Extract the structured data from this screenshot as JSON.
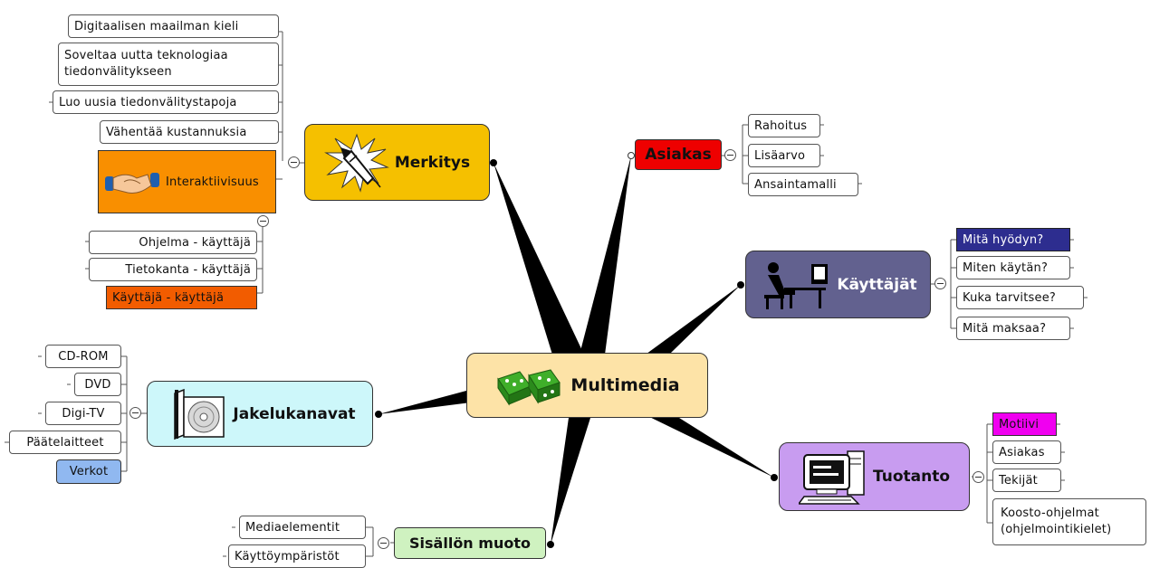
{
  "central": {
    "label": "Multimedia",
    "icon": "dice-icon"
  },
  "merkitys": {
    "label": "Merkitys",
    "icon": "rocket-icon",
    "items": [
      "Digitaalisen maailman kieli",
      "Soveltaa uutta teknologiaa tiedonvälitykseen",
      "Luo uusia tiedonvälitystapoja",
      "Vähentää kustannuksia"
    ],
    "interaktiivisuus": {
      "label": "Interaktiivisuus",
      "icon": "handshake-icon",
      "items": [
        "Ohjelma - käyttäjä",
        "Tietokanta - käyttäjä",
        "Käyttäjä - käyttäjä"
      ]
    }
  },
  "asiakas": {
    "label": "Asiakas",
    "items": [
      "Rahoitus",
      "Lisäarvo",
      "Ansaintamalli"
    ]
  },
  "kayttajat": {
    "label": "Käyttäjät",
    "icon": "computer-user-icon",
    "items": [
      "Mitä hyödyn?",
      "Miten käytän?",
      "Kuka tarvitsee?",
      "Mitä maksaa?"
    ]
  },
  "jakelukanavat": {
    "label": "Jakelukanavat",
    "icon": "cd-case-icon",
    "items": [
      "CD-ROM",
      "DVD",
      "Digi-TV",
      "Päätelaitteet",
      "Verkot"
    ]
  },
  "tuotanto": {
    "label": "Tuotanto",
    "icon": "computer-icon",
    "items": [
      "Motiivi",
      "Asiakas",
      "Tekijät",
      "Koosto-ohjelmat (ohjelmointikielet)"
    ]
  },
  "sisallon_muoto": {
    "label": "Sisällön muoto",
    "items": [
      "Mediaelementit",
      "Käyttöympäristöt"
    ]
  },
  "colors": {
    "merkitys": "#f5c000",
    "asiakas": "#ee0000",
    "kayttajat": "#62618f",
    "jakelukanavat": "#cdf7fa",
    "tuotanto": "#c89cf0",
    "sisallon_muoto": "#cff2c0",
    "central": "#fde3a7",
    "interaktiivisuus": "#f98f00",
    "mita_hyodyn": "#2d2d8f",
    "kayttaja_kayttaja": "#f25c00",
    "verkot": "#90b8f0",
    "motiivi": "#f000f0"
  }
}
